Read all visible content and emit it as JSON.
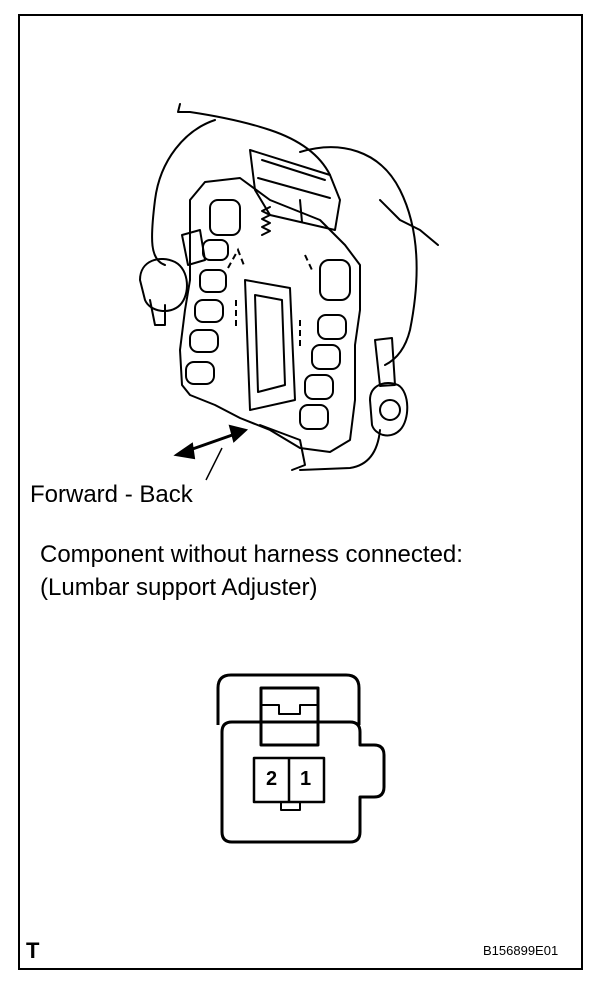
{
  "labels": {
    "direction": "Forward - Back",
    "component": "Component without harness connected:",
    "component_sub": "(Lumbar support Adjuster)",
    "corner_mark": "T",
    "figure_code": "B156899E01"
  },
  "connector": {
    "pins": [
      "2",
      "1"
    ]
  },
  "colors": {
    "line": "#000000",
    "background": "#ffffff"
  }
}
